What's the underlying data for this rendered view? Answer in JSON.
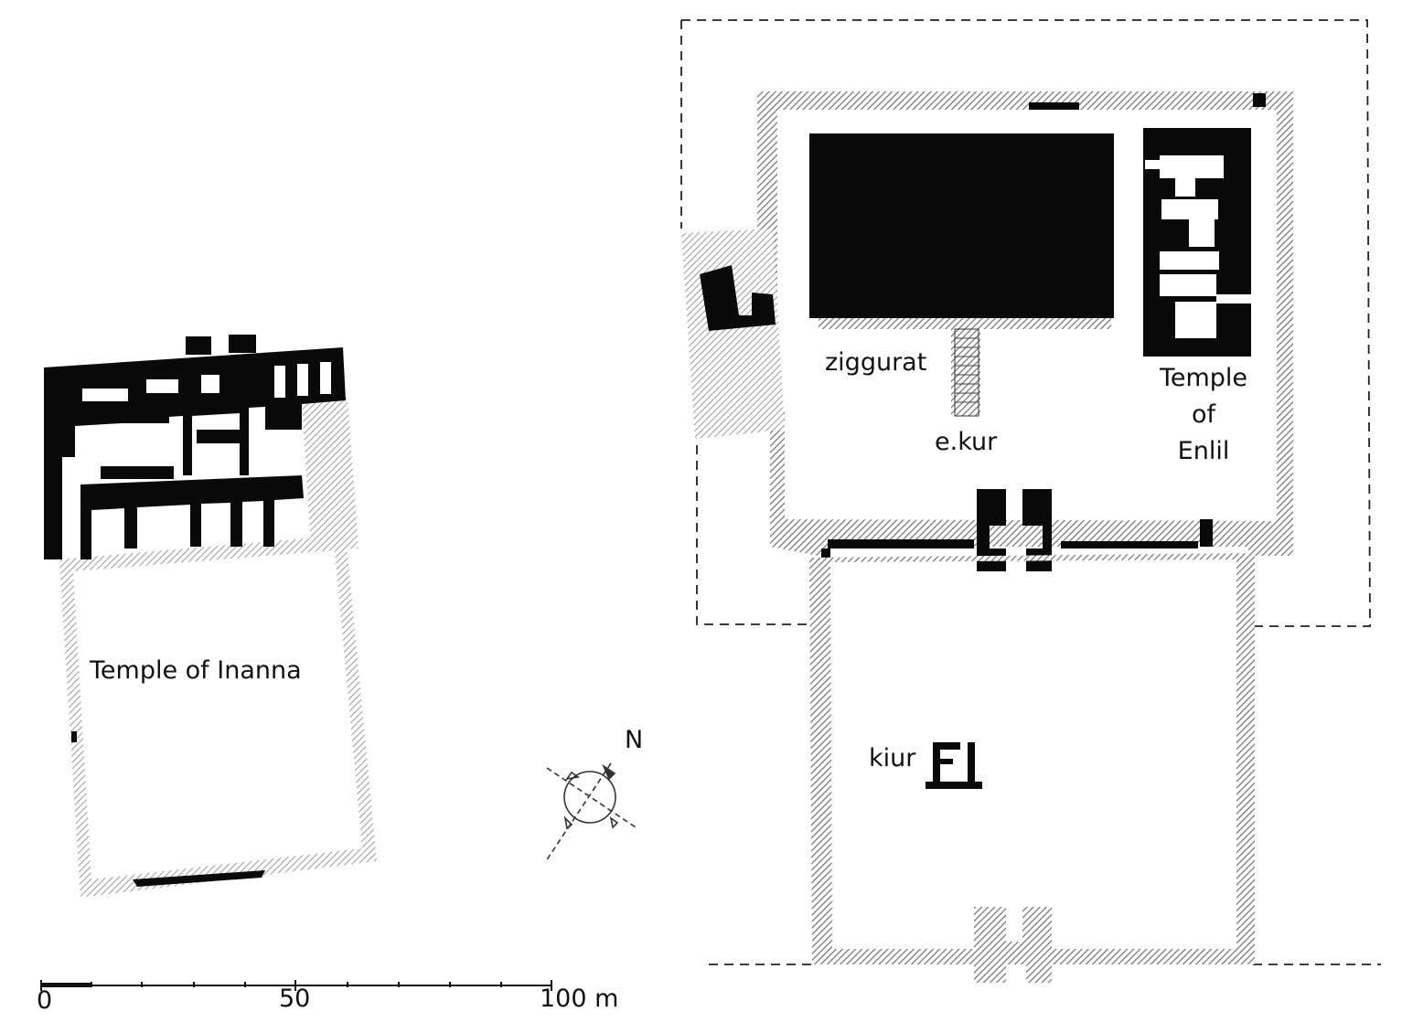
{
  "labels": {
    "temple_inanna": "Temple of Inanna",
    "ziggurat": "ziggurat",
    "ekur": "e.kur",
    "temple_enlil_1": "Temple",
    "temple_enlil_2": "of",
    "temple_enlil_3": "Enlil",
    "kiur": "kiur",
    "north": "N"
  },
  "scale_bar": {
    "tick_0": "0",
    "tick_50": "50",
    "tick_100": "100 m"
  },
  "colors": {
    "wall_solid": "#0a0a0a",
    "wall_hatched": "#8a8a8a",
    "outline": "#222222"
  }
}
